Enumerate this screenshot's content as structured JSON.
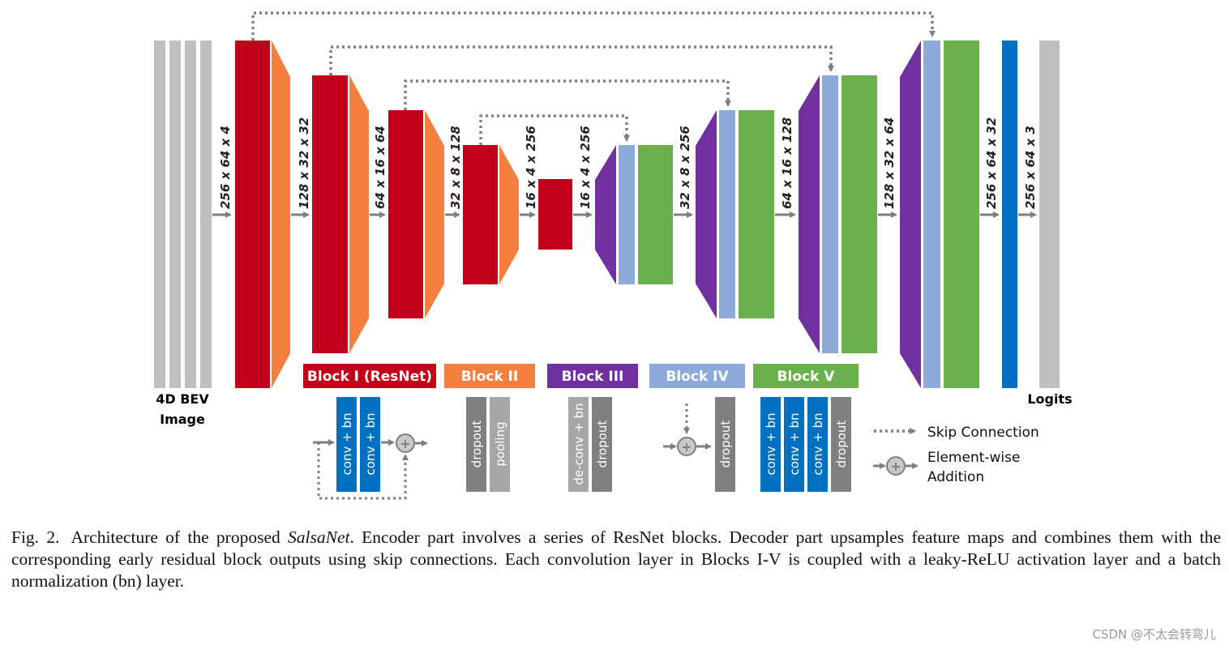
{
  "input_label_line1": "4D BEV",
  "input_label_line2": "Image",
  "output_label": "Logits",
  "dimension_labels": [
    "256 x 64 x 4",
    "128 x 32 x 32",
    "64 x 16 x 64",
    "32 x 8 x 128",
    "16 x 4 x 256",
    "16 x 4 x 256",
    "32 x 8 x 256",
    "64 x 16 x 128",
    "128 x 32 x 64",
    "256 x 64 x 32",
    "256 x 64 x 3"
  ],
  "blocks": [
    {
      "name": "Block I (ResNet)",
      "color": "#c00018"
    },
    {
      "name": "Block II",
      "color": "#f47f3f"
    },
    {
      "name": "Block III",
      "color": "#7030a0"
    },
    {
      "name": "Block IV",
      "color": "#8eaadb"
    },
    {
      "name": "Block V",
      "color": "#6ab04c"
    }
  ],
  "layer_labels": {
    "conv_bn": "conv + bn",
    "dropout": "dropout",
    "pooling": "pooling",
    "deconv_bn": "de-conv + bn"
  },
  "legend": {
    "skip": "Skip Connection",
    "add_line1": "Element-wise",
    "add_line2": "Addition"
  },
  "colors": {
    "red": "#c00018",
    "orange": "#f47f3f",
    "purple": "#7030a0",
    "light_blue": "#8eaadb",
    "green": "#6ab04c",
    "dark_blue": "#0070c0",
    "gray": "#bfbfbf",
    "dark_gray": "#7f7f7f"
  },
  "caption": {
    "label": "Fig. 2.",
    "before": "Architecture of the proposed ",
    "name": "SalsaNet",
    "after": ". Encoder part involves a series of ResNet blocks. Decoder part upsamples feature maps and combines them with the corresponding early residual block outputs using skip connections. Each convolution layer in Blocks I-V is coupled with a leaky-ReLU activation layer and a batch normalization (bn) layer."
  },
  "watermark": "CSDN @不太会转弯儿"
}
